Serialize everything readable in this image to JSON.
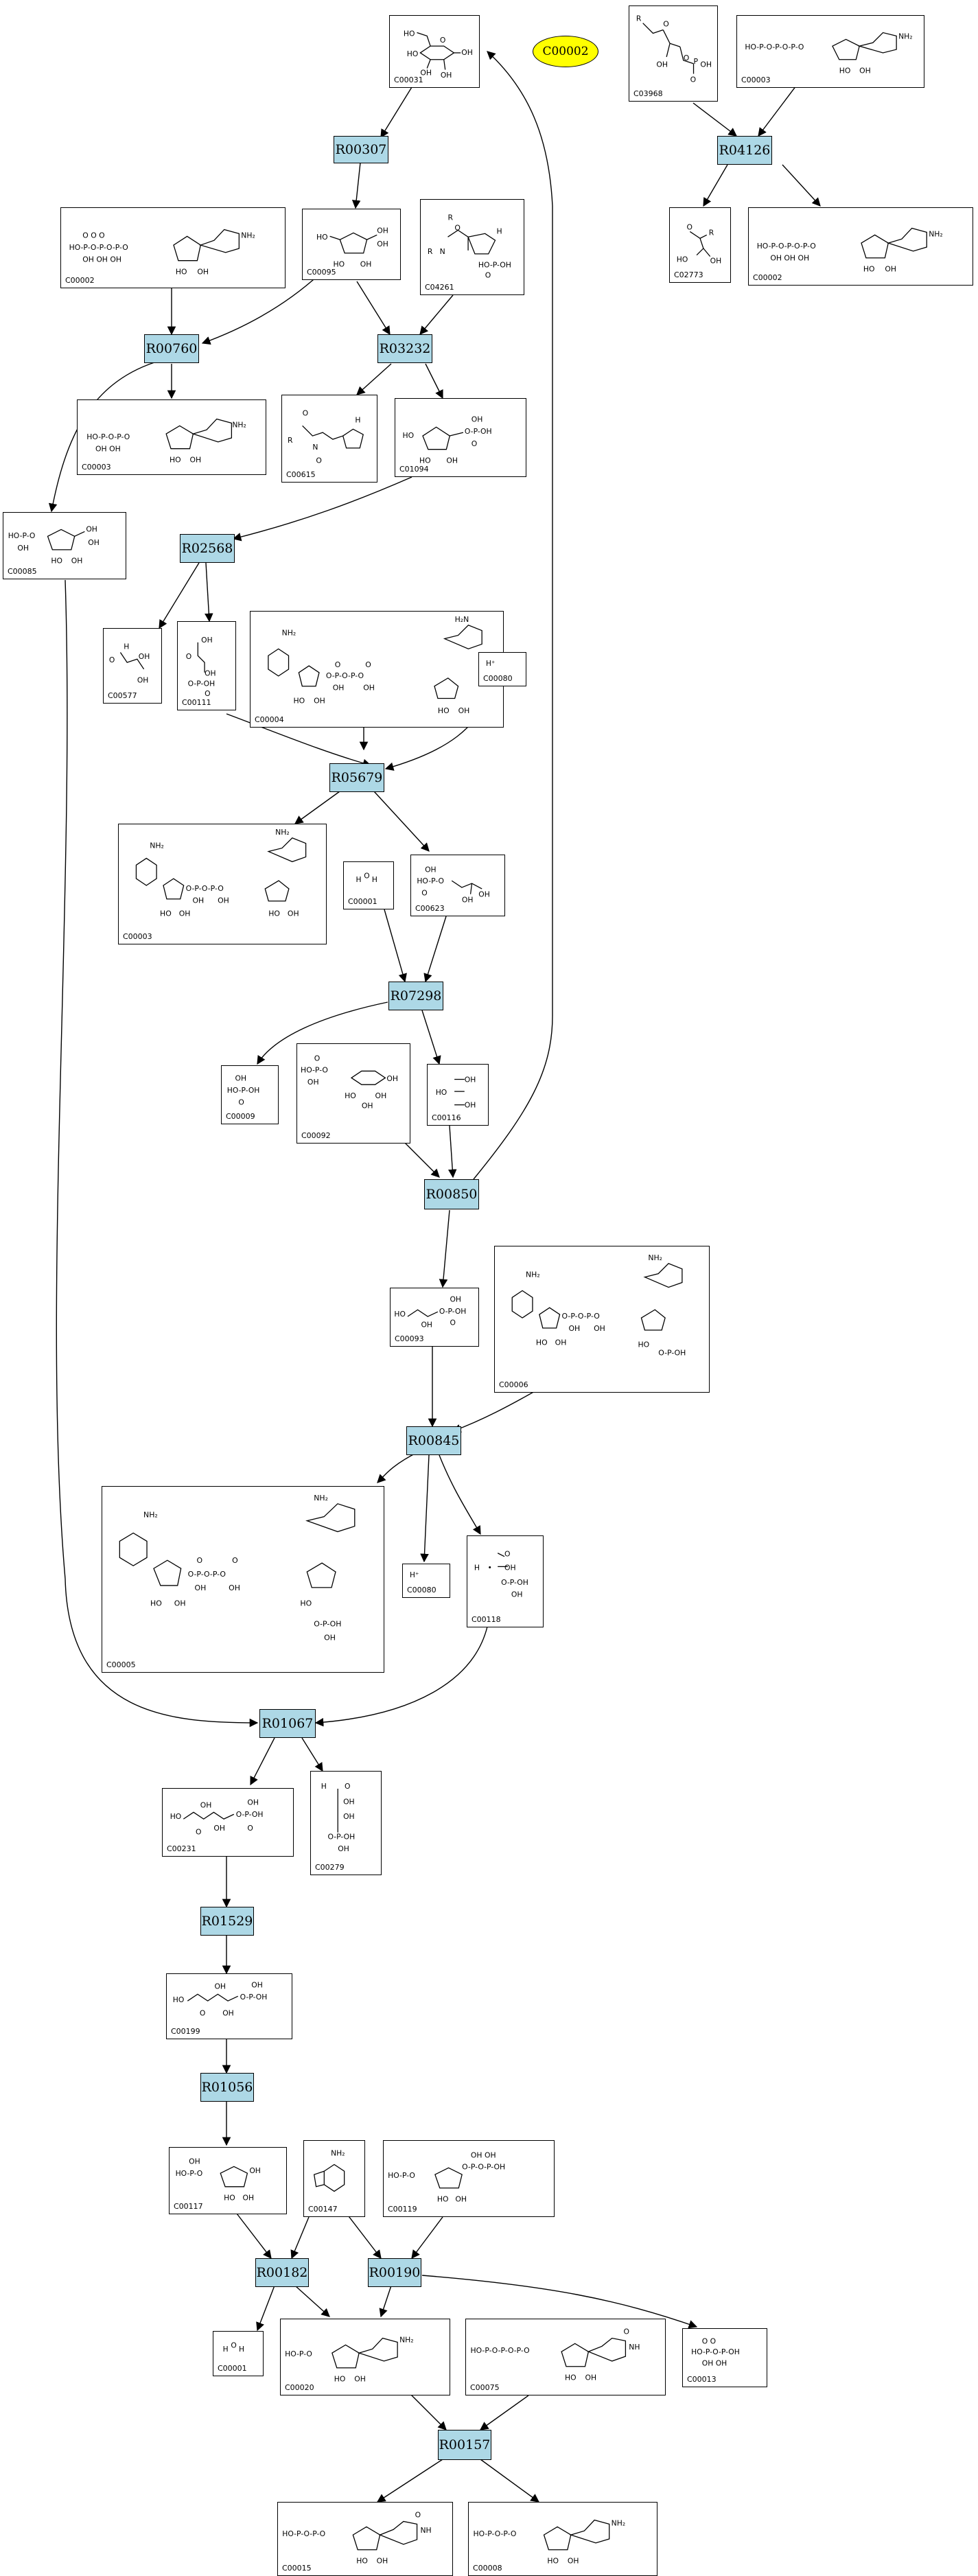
{
  "compound_box": {
    "C00031": "C00031",
    "C00002a": "C00002",
    "C00002b": "C00002",
    "C00095": "C00095",
    "C04261": "C04261",
    "C03968": "C03968",
    "C00003a": "C00003",
    "C02773": "C02773",
    "C00003b": "C00003",
    "C00615": "C00615",
    "C01094": "C01094",
    "C00085": "C00085",
    "C00577": "C00577",
    "C00111": "C00111",
    "C00004": "C00004",
    "C00080a": "C00080",
    "C00003c": "C00003",
    "C00001a": "C00001",
    "C00623": "C00623",
    "C00009": "C00009",
    "C00092": "C00092",
    "C00116": "C00116",
    "C00093": "C00093",
    "C00006": "C00006",
    "C00005": "C00005",
    "C00080b": "C00080",
    "C00118": "C00118",
    "C00231": "C00231",
    "C00279": "C00279",
    "C00199": "C00199",
    "C00117": "C00117",
    "C00147": "C00147",
    "C00119": "C00119",
    "C00001b": "C00001",
    "C00020": "C00020",
    "C00075": "C00075",
    "C00013": "C00013",
    "C00015": "C00015",
    "C00008": "C00008"
  },
  "reactions": {
    "R00307": "R00307",
    "R04126": "R04126",
    "R00760": "R00760",
    "R03232": "R03232",
    "R02568": "R02568",
    "R05679": "R05679",
    "R07298": "R07298",
    "R00850": "R00850",
    "R00845": "R00845",
    "R01067": "R01067",
    "R01529": "R01529",
    "R01056": "R01056",
    "R00182": "R00182",
    "R00190": "R00190",
    "R00157": "R00157"
  },
  "ellipse": {
    "C00002": "C00002"
  },
  "hplus_label": "H⁺",
  "water_label": "H₂O",
  "colors": {
    "reaction_fill": "#add8e6",
    "ellipse_fill": "#ffff00",
    "line": "#000000"
  }
}
